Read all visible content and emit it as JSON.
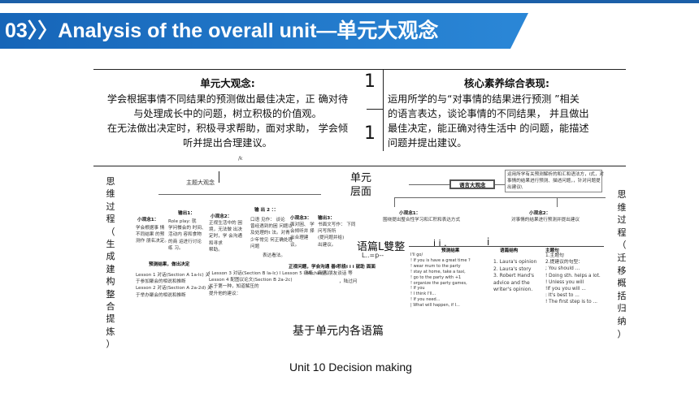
{
  "slide": {
    "title": "03〉〉Analysis of the overall unit—单元大观念",
    "colors": {
      "title_bar": "#1665b8",
      "title_text": "#ffffff"
    }
  },
  "table": {
    "left_heading": "单元大观念:",
    "left_lines": [
      "学会根据事情不同结果的预测做出最佳决定，正 确对待",
      "与处理成长中的问题，树立积极的价值观。",
      "在无法做出决定时，积极寻求帮助，面对求助， 学会倾",
      "听并提出合理建议。"
    ],
    "num_top": "1",
    "num_bottom": "1",
    "right_heading": "核心素养综合表现:",
    "right_lines": [
      "运用所学的与“对事情的结果进行预测 ”相关",
      "的语言表达，谈论事情的不同结果， 并且做出",
      "最佳决定，能正确对待生活中 的问题，能描述",
      "问题并提出建议。"
    ],
    "small_mark": "/k"
  },
  "side_left": [
    "思",
    "维",
    "过",
    "程",
    "（",
    "生",
    "成",
    "建",
    "构",
    "整",
    "合",
    "提",
    "炼",
    "）"
  ],
  "side_right": [
    "思",
    "维",
    "过",
    "程",
    "（",
    "迁",
    "移",
    "概",
    "括",
    "归",
    "纳",
    "）"
  ],
  "diagram": {
    "unit_level_top": "单元",
    "unit_level_bottom": "层面",
    "theme_label": "主题大观念",
    "yupian_label": "语篇L雙整",
    "yupian_sub": "L..=p--",
    "lang_label": "语言大观念",
    "lang_note_1": "运用所学有关预测解析的和汇和语法方，i式，对",
    "lang_note_2": "事情的结果进行预测、描述问题，，针对问题提",
    "lang_note_3": "出建议\\",
    "small_1_title": "小观念1：",
    "small_1_lines": [
      "学会根据事 情",
      "不同结果 的预",
      "测作 朋名决定。"
    ],
    "out_1_title": "输出1：",
    "out_1_lines": [
      "Role play: 就",
      "学问餐会的 时间、",
      "活动内 容和食物",
      "的商 运进行讨论",
      "练 习。"
    ],
    "small_2_title": "小观念2：",
    "small_2_lines": [
      "正视生活中的 困",
      "境，无法做 出决",
      "定时，学 会沟通",
      "和寻求",
      "帮助。"
    ],
    "out_2_title": "输 出 2 ：：",
    "out_2_lines": [
      "口语 见作： 谈论",
      "曾经遇到的困 问题以",
      "及处理的t 法。对青",
      "少年常见 何正确处理",
      "问题"
    ],
    "small_3_title": "小观念3：",
    "small_3_lines": [
      "面对困、 学",
      "会倾听并 择",
      "出合理建",
      "议。"
    ],
    "out_3_title": "输出3：",
    "out_3_lines": [
      "书面文写作： 下同",
      "问写所所",
      "(提问题并给)",
      "出建议。"
    ],
    "express_label": "表达看法。",
    "bottom_head": "预测结果，做出决定",
    "bottom_head_2": "正视问题，学会沟通   善i积极i i i 就助 面面",
    "lesson_lines_left": [
      "Lesson 1 对话(Section A 1a-lc) 关",
      "于参加聚会的相说和推断",
      "Lesson 2 对话(Section A 2a-2d) 关",
      "于举办聚会的相说和推断"
    ],
    "lesson_lines_mid": [
      "l Lesson 3 对话(Section B la-lc) l Lesson 5 痛痛、病坚。",
      "Lesson 4 配图议论文(Section B 2a-2c)",
      "关于第一种，知道解压的",
      "提升他的建议："
    ],
    "lesson_mid_tail": "Michael和朋友谈话 等",
    "lesson_right_tail": "，陆过问",
    "small_right_1_title": "小观念1：",
    "small_right_1_text": "围绕提出整合性学习和汇积和表达方式",
    "small_right_2_title": "小观念2：",
    "small_right_2_text": "对事情的结果进行预测并提出建议",
    "ii_label": "i i .",
    "i_label": "i",
    "col_a_head": "预测结果",
    "col_b_head": "语篇结构",
    "col_c_head": "主题句",
    "col_a_lines": [
      "I'll go/",
      "! If you is have a great time ?",
      "! wear mum to the party",
      "! stay at home, take a taxi,",
      "! go to the party with +1",
      "! organize the party games,",
      "! If you",
      "! I think I'll...",
      "! If you need...",
      "| What will happen, if I..."
    ],
    "col_b_lines": [
      "1. Laura's opinion",
      "2. Laura's story",
      "3. Robert Hand's",
      "advice and the",
      "writer's opinion."
    ],
    "col_c_lines": [
      "1.主题句",
      "2.提建议的句型：",
      "; You should ...",
      "! Doing sth. helps a lot.",
      "! Unless you will",
      "!If you you will ...",
      ": It's best to ...",
      "! The first step is to ..."
    ]
  },
  "caption_main": "基于单元内各语篇",
  "caption_unit": "Unit 10 Decision making"
}
